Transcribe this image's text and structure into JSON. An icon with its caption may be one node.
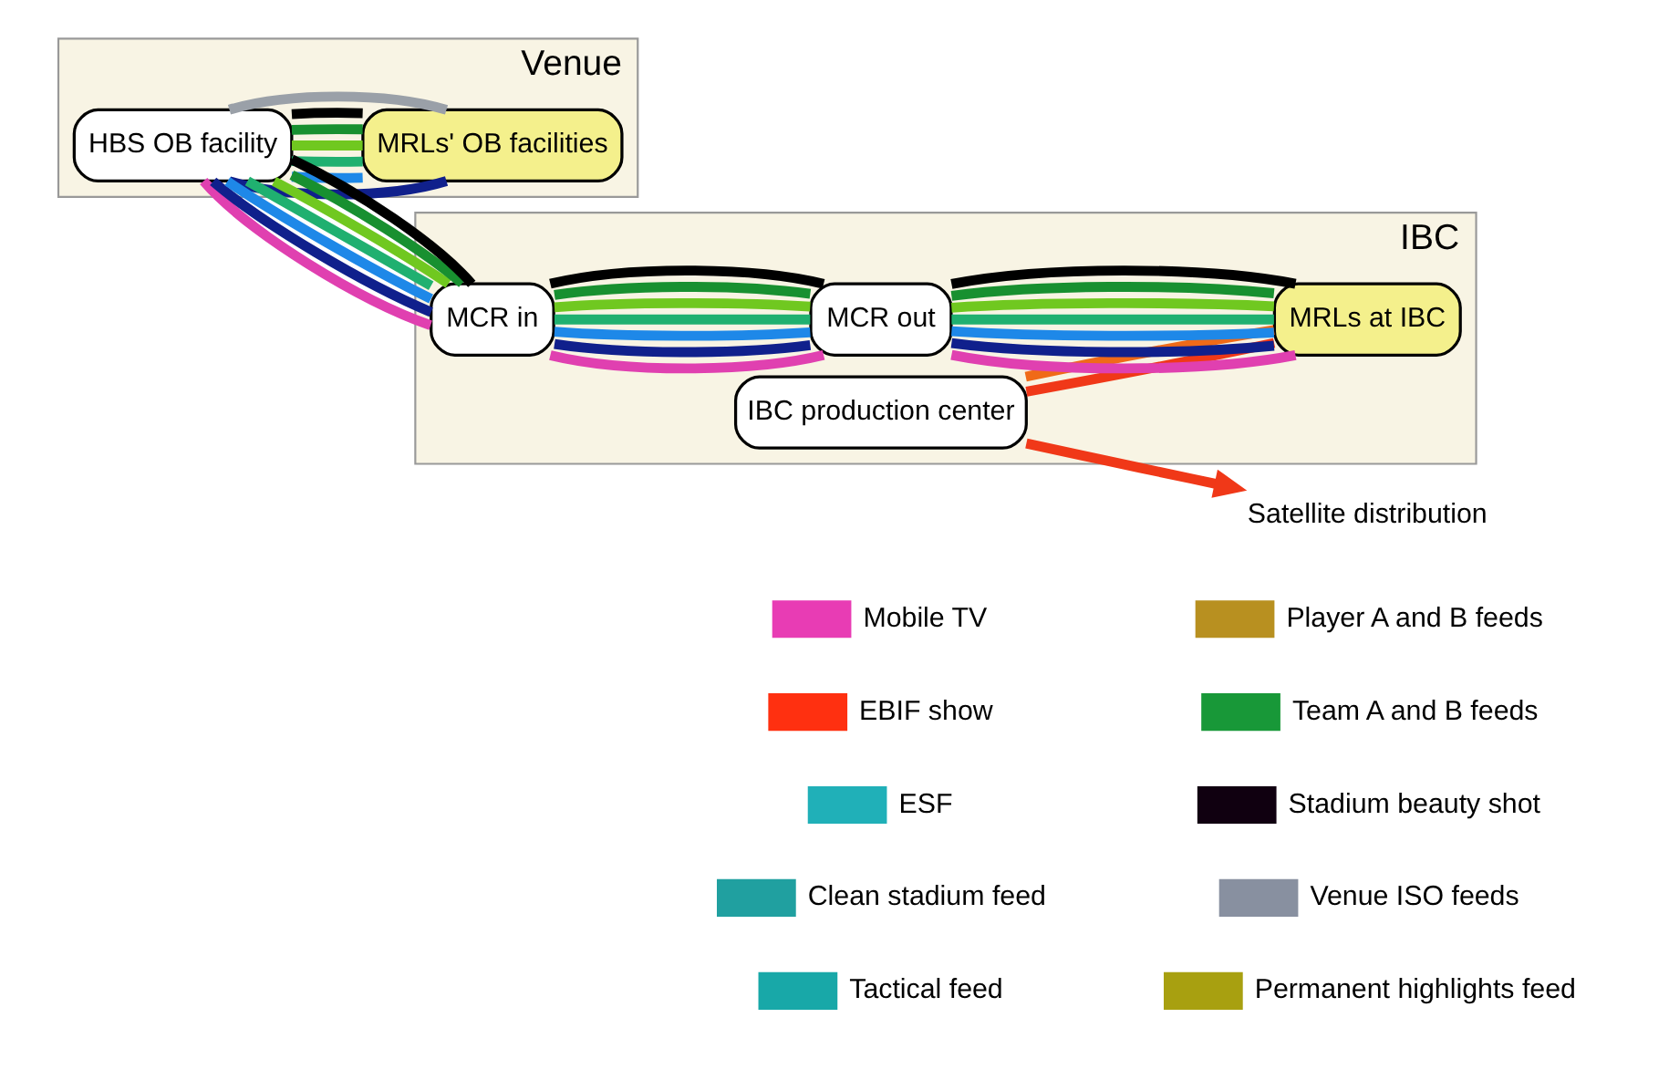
{
  "diagram": {
    "nodes": [
      {
        "text": [
          "Venue"
        ]
      },
      {
        "text": [
          "HBS OB facility"
        ],
        "in": 0
      },
      {
        "text": [
          "MRLs' OB facilities"
        ],
        "in": 0
      },
      {
        "text": [
          "IBC"
        ]
      },
      {
        "text": [
          "IBC production center"
        ],
        "in": 3
      },
      {
        "text": [
          "MCR in"
        ],
        "in": 3
      },
      {
        "text": [
          "MCR out"
        ],
        "in": 3
      },
      {
        "text": [
          "MRLs at IBC"
        ],
        "in": 3
      },
      {
        "text": [
          "Satellite distribution"
        ]
      }
    ],
    "edges": [
      {
        "from": 1,
        "to": 5,
        "arrow": "none",
        "color": "#e040b0"
      },
      {
        "from": 1,
        "to": 5,
        "arrow": "none",
        "color": "#10208c"
      },
      {
        "from": 1,
        "to": 5,
        "arrow": "none",
        "color": "#1e88e8"
      },
      {
        "from": 1,
        "to": 5,
        "arrow": "none",
        "color": "#20b070"
      },
      {
        "from": 1,
        "to": 5,
        "arrow": "none",
        "color": "#70c820"
      },
      {
        "from": 1,
        "to": 5,
        "arrow": "none",
        "color": "#189030"
      },
      {
        "from": 1,
        "to": 5,
        "arrow": "none",
        "color": "#000000"
      },
      {
        "from": 1,
        "to": 2,
        "arrow": "none",
        "color": "#10208c"
      },
      {
        "from": 1,
        "to": 2,
        "arrow": "none",
        "color": "#1e88e8"
      },
      {
        "from": 1,
        "to": 2,
        "arrow": "none",
        "color": "#20b070"
      },
      {
        "from": 1,
        "to": 2,
        "arrow": "none",
        "color": "#70c820"
      },
      {
        "from": 1,
        "to": 2,
        "arrow": "none",
        "color": "#189030"
      },
      {
        "from": 1,
        "to": 2,
        "arrow": "none",
        "color": "#000000"
      },
      {
        "from": 1,
        "to": 2,
        "arrow": "none",
        "color": "#9aa0a8"
      },
      {
        "from": 5,
        "to": 6,
        "arrow": "none",
        "color": "#e040b0"
      },
      {
        "from": 5,
        "to": 6,
        "arrow": "none",
        "color": "#10208c"
      },
      {
        "from": 5,
        "to": 6,
        "arrow": "none",
        "color": "#1e88e8"
      },
      {
        "from": 5,
        "to": 6,
        "arrow": "none",
        "color": "#20b070"
      },
      {
        "from": 5,
        "to": 6,
        "arrow": "none",
        "color": "#70c820"
      },
      {
        "from": 5,
        "to": 6,
        "arrow": "none",
        "color": "#189030"
      },
      {
        "from": 5,
        "to": 6,
        "arrow": "none",
        "color": "#000000"
      },
      {
        "from": 6,
        "to": 7,
        "arrow": "none",
        "color": "#e040b0"
      },
      {
        "from": 6,
        "to": 7,
        "arrow": "none",
        "color": "#10208c"
      },
      {
        "from": 6,
        "to": 7,
        "arrow": "none",
        "color": "#1e88e8"
      },
      {
        "from": 6,
        "to": 7,
        "arrow": "none",
        "color": "#20b070"
      },
      {
        "from": 6,
        "to": 7,
        "arrow": "none",
        "color": "#70c820"
      },
      {
        "from": 6,
        "to": 7,
        "arrow": "none",
        "color": "#189030"
      },
      {
        "from": 6,
        "to": 7,
        "arrow": "none",
        "color": "#000000"
      },
      {
        "from": 4,
        "to": 7,
        "arrow": "none",
        "color": "#f03818"
      },
      {
        "from": 4,
        "to": 7,
        "arrow": "none",
        "color": "#f06a18"
      },
      {
        "from": 4,
        "to": 8,
        "arrow": "to",
        "color": "#f03818"
      }
    ],
    "legend": [
      {
        "text": "Mobile TV",
        "color": "#e83cb4"
      },
      {
        "text": "EBIF show",
        "color": "#ff3010"
      },
      {
        "text": "ESF",
        "color": "#20b0b8"
      },
      {
        "text": "Clean stadium feed",
        "color": "#20a0a0"
      },
      {
        "text": "Tactical feed",
        "color": "#18a8a8"
      },
      {
        "text": "Player A and B feeds",
        "color": "#b89020"
      },
      {
        "text": "Team A and B feeds",
        "color": "#189838"
      },
      {
        "text": "Stadium beauty shot",
        "color": "#100010"
      },
      {
        "text": "Venue ISO feeds",
        "color": "#8890a0"
      },
      {
        "text": "Permanent highlights feed",
        "color": "#a8a010"
      }
    ]
  }
}
